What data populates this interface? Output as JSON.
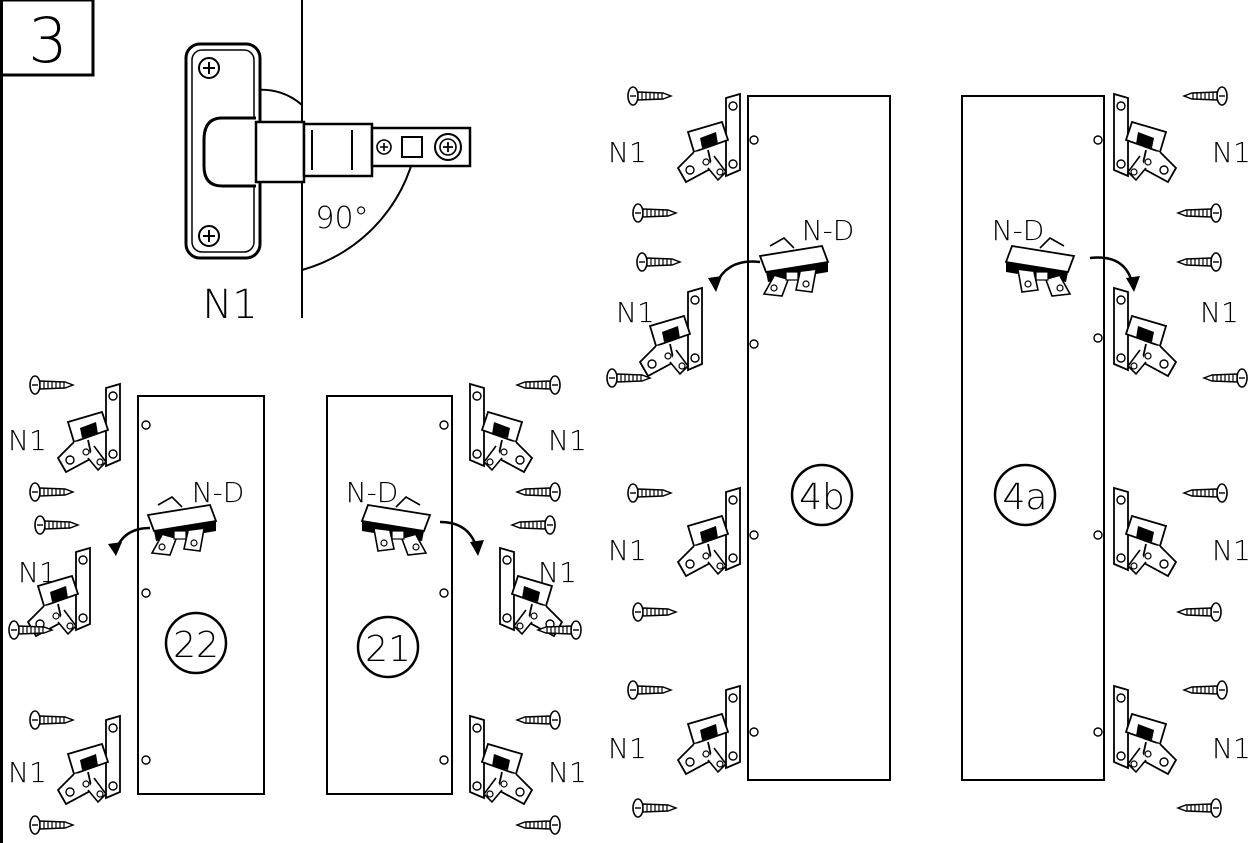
{
  "step_number": "3",
  "hinge_label": "N1",
  "angle_label": "90°",
  "damper_label": "N-D",
  "panels": {
    "p22": {
      "circle_label": "22",
      "label_ND": "N-D",
      "labels": [
        "N1",
        "N1",
        "N1"
      ]
    },
    "p21": {
      "circle_label": "21",
      "label_ND": "N-D",
      "labels": [
        "N1",
        "N1",
        "N1"
      ]
    },
    "p4b": {
      "circle_label": "4b",
      "label_ND": "N-D",
      "labels": [
        "N1",
        "N1",
        "N1",
        "N1"
      ]
    },
    "p4a": {
      "circle_label": "4a",
      "label_ND": "N-D",
      "labels": [
        "N1",
        "N1",
        "N1",
        "N1"
      ]
    }
  }
}
